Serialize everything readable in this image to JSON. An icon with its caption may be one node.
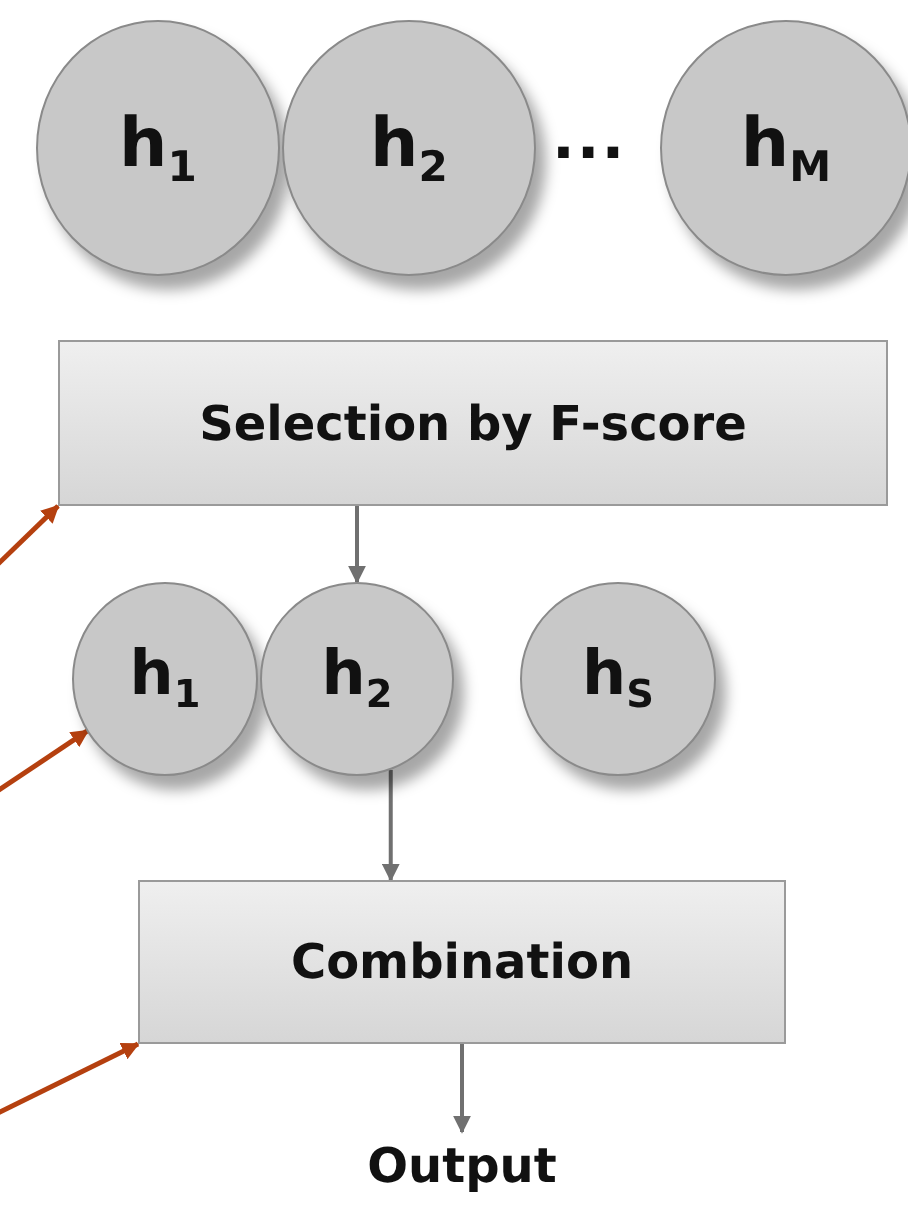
{
  "diagram": {
    "nodes": [
      {
        "text": [
          "h$_{1}$"
        ]
      },
      {
        "text": [
          "h$_{2}$"
        ]
      },
      {
        "text": [
          "h$_{M}$"
        ]
      },
      {
        "text": [
          "Selection by F-score"
        ]
      },
      {
        "text": [
          "h$_{1}$"
        ]
      },
      {
        "text": [
          "h$_{2}$"
        ]
      },
      {
        "text": [
          "h$_{S}$"
        ]
      },
      {
        "text": [
          "Combination"
        ]
      },
      {
        "text": [
          "Output"
        ]
      }
    ],
    "edges": [
      {
        "from": 3,
        "to": 5,
        "arrow": "to",
        "color": "#707070"
      },
      {
        "from": 5,
        "to": 7,
        "arrow": "to",
        "color": "#707070"
      },
      {
        "from": 7,
        "to": 8,
        "arrow": "to",
        "color": "#707070"
      },
      {
        "from": null,
        "to": 3,
        "arrow": "to",
        "color": "#b5400f"
      },
      {
        "from": null,
        "to": 4,
        "arrow": "to",
        "color": "#b5400f"
      },
      {
        "from": null,
        "to": 7,
        "arrow": "to",
        "color": "#b5400f"
      }
    ],
    "labels": [
      "..."
    ]
  }
}
